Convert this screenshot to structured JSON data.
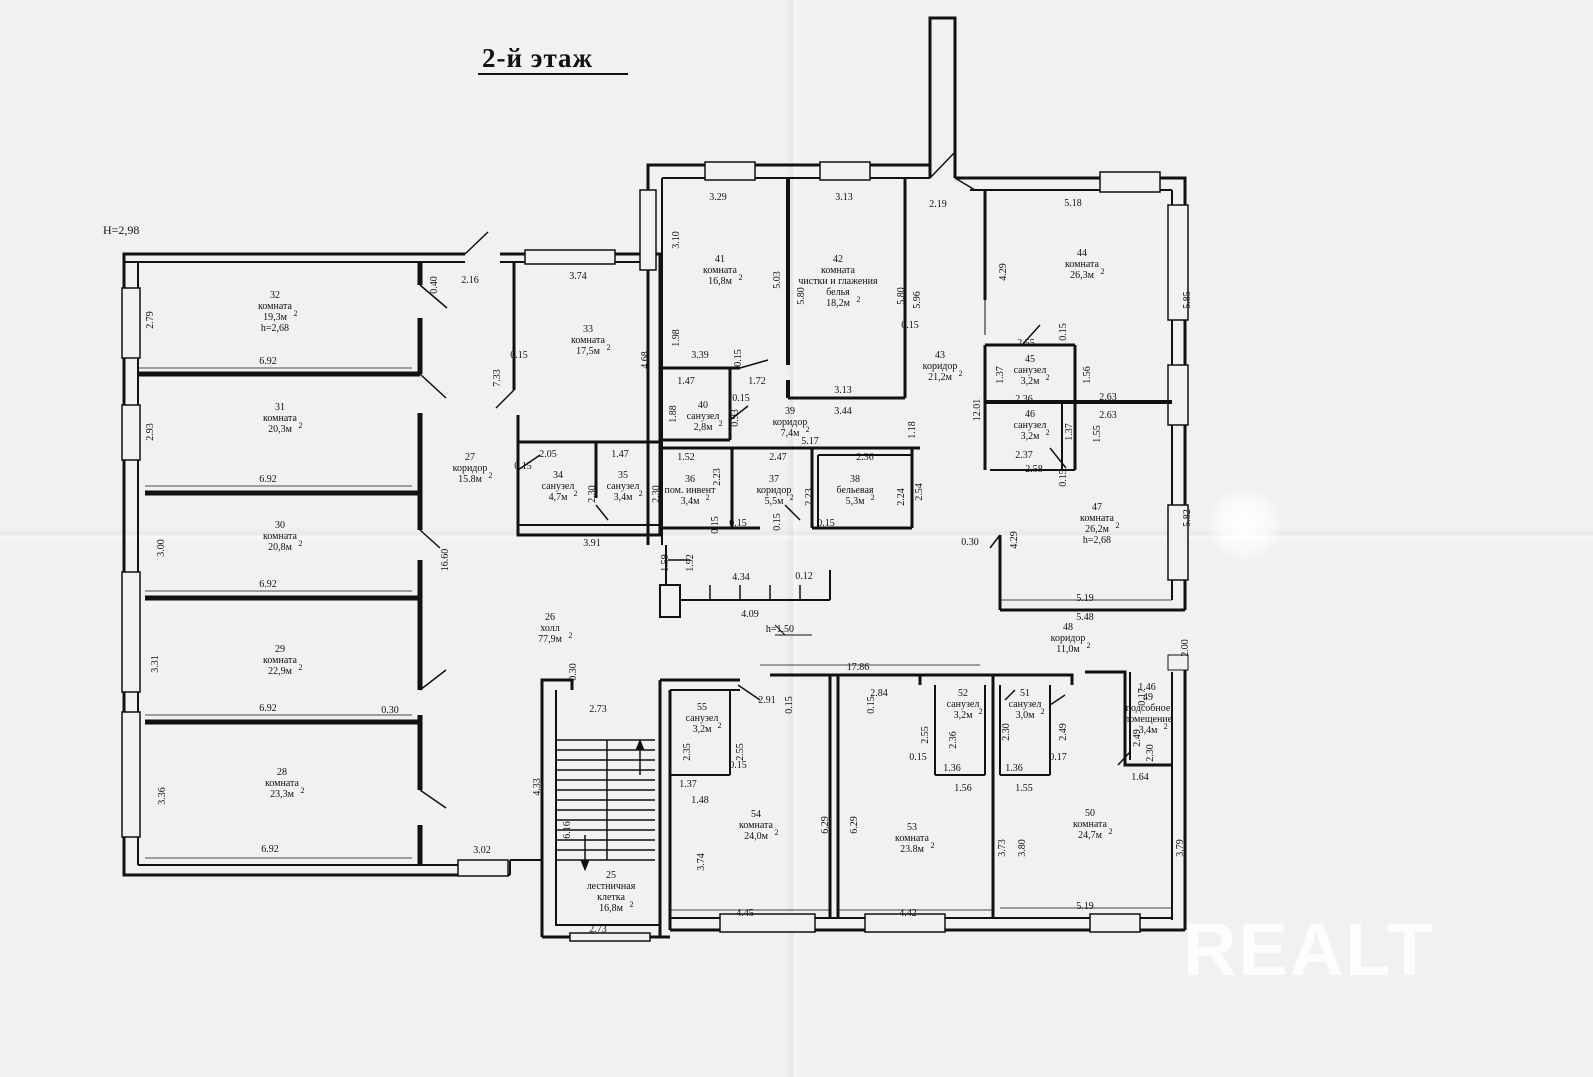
{
  "plan": {
    "title": "2-й этаж",
    "height_mark": "Н=2,98",
    "watermark": "REALT",
    "rooms": [
      {
        "id": "r32",
        "num": "32",
        "name": "комната",
        "area": "19,3м",
        "extra": "h=2,68"
      },
      {
        "id": "r31",
        "num": "31",
        "name": "комната",
        "area": "20,3м"
      },
      {
        "id": "r30",
        "num": "30",
        "name": "комната",
        "area": "20,8м"
      },
      {
        "id": "r29",
        "num": "29",
        "name": "комната",
        "area": "22,9м"
      },
      {
        "id": "r28",
        "num": "28",
        "name": "комната",
        "area": "23,3м"
      },
      {
        "id": "r27",
        "num": "27",
        "name": "коридор",
        "area": "15.8м"
      },
      {
        "id": "r33",
        "num": "33",
        "name": "комната",
        "area": "17,5м"
      },
      {
        "id": "r34",
        "num": "34",
        "name": "санузел",
        "area": "4,7м"
      },
      {
        "id": "r35",
        "num": "35",
        "name": "санузел",
        "area": "3,4м"
      },
      {
        "id": "r41",
        "num": "41",
        "name": "комната",
        "area": "16,8м"
      },
      {
        "id": "r42",
        "num": "42",
        "name": "комната",
        "name2": "чистки и глажения",
        "name3": "белья",
        "area": "18,2м"
      },
      {
        "id": "r43",
        "num": "43",
        "name": "коридор",
        "area": "21,2м"
      },
      {
        "id": "r44",
        "num": "44",
        "name": "комната",
        "area": "26,3м"
      },
      {
        "id": "r40",
        "num": "40",
        "name": "санузел",
        "area": "2,8м"
      },
      {
        "id": "r39",
        "num": "39",
        "name": "коридор",
        "area": "7,4м"
      },
      {
        "id": "r36",
        "num": "36",
        "name": "пом. инвент",
        "area": "3,4м"
      },
      {
        "id": "r37",
        "num": "37",
        "name": "коридор",
        "area": "5,5м"
      },
      {
        "id": "r38",
        "num": "38",
        "name": "бельевая",
        "area": "5,3м"
      },
      {
        "id": "r45",
        "num": "45",
        "name": "санузел",
        "area": "3,2м"
      },
      {
        "id": "r46",
        "num": "46",
        "name": "санузел",
        "area": "3,2м"
      },
      {
        "id": "r47",
        "num": "47",
        "name": "комната",
        "area": "26,2м",
        "extra": "h=2,68"
      },
      {
        "id": "r26",
        "num": "26",
        "name": "холл",
        "area": "77,9м"
      },
      {
        "id": "r48",
        "num": "48",
        "name": "коридор",
        "area": "11,0м"
      },
      {
        "id": "r55",
        "num": "55",
        "name": "санузел",
        "area": "3,2м"
      },
      {
        "id": "r52",
        "num": "52",
        "name": "санузел",
        "area": "3,2м"
      },
      {
        "id": "r51",
        "num": "51",
        "name": "санузел",
        "area": "3,0м"
      },
      {
        "id": "r49",
        "num": "49",
        "name": "подсобное",
        "name2": "помещение",
        "area": "3,4м"
      },
      {
        "id": "r54",
        "num": "54",
        "name": "комната",
        "area": "24,0м"
      },
      {
        "id": "r53",
        "num": "53",
        "name": "комната",
        "area": "23.8м"
      },
      {
        "id": "r50",
        "num": "50",
        "name": "комната",
        "area": "24,7м"
      },
      {
        "id": "r25",
        "num": "25",
        "name": "лестничная",
        "name2": "клетка",
        "area": "16,8м"
      }
    ],
    "area_unit_sup": "2",
    "dimensions": [
      {
        "id": "d1",
        "text": "0.40"
      },
      {
        "id": "d2",
        "text": "2.16"
      },
      {
        "id": "d3",
        "text": "2.79"
      },
      {
        "id": "d4",
        "text": "6.92"
      },
      {
        "id": "d5",
        "text": "2.93"
      },
      {
        "id": "d6",
        "text": "6.92"
      },
      {
        "id": "d7",
        "text": "3.00"
      },
      {
        "id": "d8",
        "text": "16.60"
      },
      {
        "id": "d9",
        "text": "6.92"
      },
      {
        "id": "d10",
        "text": "3.31"
      },
      {
        "id": "d11",
        "text": "6.92"
      },
      {
        "id": "d12",
        "text": "0.30"
      },
      {
        "id": "d13",
        "text": "3.36"
      },
      {
        "id": "d14",
        "text": "6.92"
      },
      {
        "id": "d15",
        "text": "3.02"
      },
      {
        "id": "d16",
        "text": "3.74"
      },
      {
        "id": "d17",
        "text": "7.33"
      },
      {
        "id": "d18",
        "text": "0.15"
      },
      {
        "id": "d19",
        "text": "4.68"
      },
      {
        "id": "d20",
        "text": "2.05"
      },
      {
        "id": "d21",
        "text": "1.47"
      },
      {
        "id": "d22",
        "text": "0.15"
      },
      {
        "id": "d23",
        "text": "2.30"
      },
      {
        "id": "d24",
        "text": "2.30"
      },
      {
        "id": "d25",
        "text": "3.91"
      },
      {
        "id": "d26",
        "text": "3.29"
      },
      {
        "id": "d27",
        "text": "3.10"
      },
      {
        "id": "d28",
        "text": "5.03"
      },
      {
        "id": "d29",
        "text": "1.98"
      },
      {
        "id": "d30",
        "text": "3.39"
      },
      {
        "id": "d31",
        "text": "0.15"
      },
      {
        "id": "d32",
        "text": "3.13"
      },
      {
        "id": "d33",
        "text": "5.80"
      },
      {
        "id": "d34",
        "text": "5.80"
      },
      {
        "id": "d35",
        "text": "5.96"
      },
      {
        "id": "d36",
        "text": "0.15"
      },
      {
        "id": "d37",
        "text": "3.13"
      },
      {
        "id": "d38",
        "text": "2.19"
      },
      {
        "id": "d39",
        "text": "1.47"
      },
      {
        "id": "d40",
        "text": "0.15"
      },
      {
        "id": "d41",
        "text": "1.72"
      },
      {
        "id": "d42",
        "text": "1.88"
      },
      {
        "id": "d43",
        "text": "0.93"
      },
      {
        "id": "d44",
        "text": "3.44"
      },
      {
        "id": "d45",
        "text": "1.18"
      },
      {
        "id": "d46",
        "text": "5.17"
      },
      {
        "id": "d47",
        "text": "1.52"
      },
      {
        "id": "d48",
        "text": "2.47"
      },
      {
        "id": "d49",
        "text": "2.36"
      },
      {
        "id": "d50",
        "text": "2.23"
      },
      {
        "id": "d51",
        "text": "2.23"
      },
      {
        "id": "d52",
        "text": "2.24"
      },
      {
        "id": "d53",
        "text": "2.54"
      },
      {
        "id": "d54",
        "text": "0.15"
      },
      {
        "id": "d55",
        "text": "0.15"
      },
      {
        "id": "d56",
        "text": "0.15"
      },
      {
        "id": "d57",
        "text": "0.15"
      },
      {
        "id": "d58",
        "text": "5.18"
      },
      {
        "id": "d59",
        "text": "4.29"
      },
      {
        "id": "d60",
        "text": "5.85"
      },
      {
        "id": "d61",
        "text": "0.15"
      },
      {
        "id": "d62",
        "text": "2.55"
      },
      {
        "id": "d63",
        "text": "1.37"
      },
      {
        "id": "d64",
        "text": "2.36"
      },
      {
        "id": "d65",
        "text": "1.56"
      },
      {
        "id": "d66",
        "text": "2.63"
      },
      {
        "id": "d67",
        "text": "12.01"
      },
      {
        "id": "d68",
        "text": "2.63"
      },
      {
        "id": "d69",
        "text": "1.37"
      },
      {
        "id": "d70",
        "text": "1.55"
      },
      {
        "id": "d71",
        "text": "2.37"
      },
      {
        "id": "d72",
        "text": "2.58"
      },
      {
        "id": "d73",
        "text": "0.15"
      },
      {
        "id": "d74",
        "text": "5.82"
      },
      {
        "id": "d75",
        "text": "0.30"
      },
      {
        "id": "d76",
        "text": "4.29"
      },
      {
        "id": "d77",
        "text": "5.19"
      },
      {
        "id": "d78",
        "text": "5.48"
      },
      {
        "id": "d79",
        "text": "2.00"
      },
      {
        "id": "d80",
        "text": "1.59"
      },
      {
        "id": "d81",
        "text": "1.92"
      },
      {
        "id": "d82",
        "text": "4.34"
      },
      {
        "id": "d83",
        "text": "0.12"
      },
      {
        "id": "d84",
        "text": "4.09"
      },
      {
        "id": "d85",
        "text": "h=1.50"
      },
      {
        "id": "d86",
        "text": "0.30"
      },
      {
        "id": "d87",
        "text": "2.73"
      },
      {
        "id": "d88",
        "text": "17.86"
      },
      {
        "id": "d89",
        "text": "2.91"
      },
      {
        "id": "d90",
        "text": "0.15"
      },
      {
        "id": "d91",
        "text": "0.15"
      },
      {
        "id": "d92",
        "text": "2.84"
      },
      {
        "id": "d93",
        "text": "2.35"
      },
      {
        "id": "d94",
        "text": "2.55"
      },
      {
        "id": "d95",
        "text": "0.15"
      },
      {
        "id": "d96",
        "text": "1.37"
      },
      {
        "id": "d97",
        "text": "1.48"
      },
      {
        "id": "d98",
        "text": "4.33"
      },
      {
        "id": "d99",
        "text": "6.16"
      },
      {
        "id": "d100",
        "text": "3.74"
      },
      {
        "id": "d101",
        "text": "6.29"
      },
      {
        "id": "d102",
        "text": "6.29"
      },
      {
        "id": "d103",
        "text": "2.55"
      },
      {
        "id": "d104",
        "text": "2.36"
      },
      {
        "id": "d105",
        "text": "0.15"
      },
      {
        "id": "d106",
        "text": "1.36"
      },
      {
        "id": "d107",
        "text": "1.56"
      },
      {
        "id": "d108",
        "text": "2.30"
      },
      {
        "id": "d109",
        "text": "2.49"
      },
      {
        "id": "d110",
        "text": "1.36"
      },
      {
        "id": "d111",
        "text": "0.17"
      },
      {
        "id": "d112",
        "text": "1.55"
      },
      {
        "id": "d113",
        "text": "0.17"
      },
      {
        "id": "d114",
        "text": "1.46"
      },
      {
        "id": "d115",
        "text": "2.49"
      },
      {
        "id": "d116",
        "text": "2.30"
      },
      {
        "id": "d117",
        "text": "1.64"
      },
      {
        "id": "d118",
        "text": "3.73"
      },
      {
        "id": "d119",
        "text": "3.80"
      },
      {
        "id": "d120",
        "text": "3.79"
      },
      {
        "id": "d121",
        "text": "4.45"
      },
      {
        "id": "d122",
        "text": "4.42"
      },
      {
        "id": "d123",
        "text": "5.19"
      },
      {
        "id": "d124",
        "text": "2.73"
      }
    ]
  }
}
